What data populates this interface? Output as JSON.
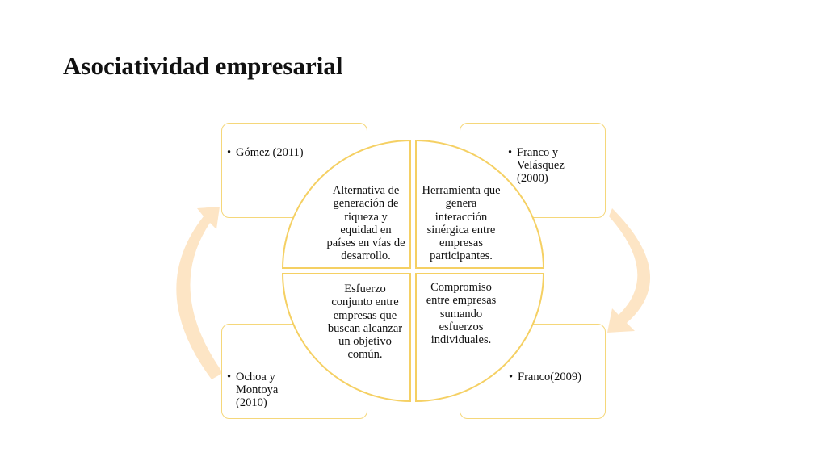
{
  "slide": {
    "title": "Asociatividad empresarial"
  },
  "diagram": {
    "corners": {
      "top_left": "Gómez (2011)",
      "top_right": "Franco y Velásquez (2000)",
      "bottom_left": "Ochoa y Montoya (2010)",
      "bottom_right": "Franco(2009)"
    },
    "quadrants": {
      "top_left": "Alternativa de generación de riqueza y equidad en países en vías de desarrollo.",
      "top_right": "Herramienta que genera interacción sinérgica entre empresas participantes.",
      "bottom_left": "Esfuerzo conjunto entre empresas que buscan alcanzar un objetivo común.",
      "bottom_right": "Compromiso entre empresas sumando esfuerzos individuales."
    },
    "bullet_glyph": "•",
    "colors": {
      "outline": "#f5d063",
      "corner_outline": "#f5d77a",
      "arrow_fill": "#fde5c5"
    }
  }
}
